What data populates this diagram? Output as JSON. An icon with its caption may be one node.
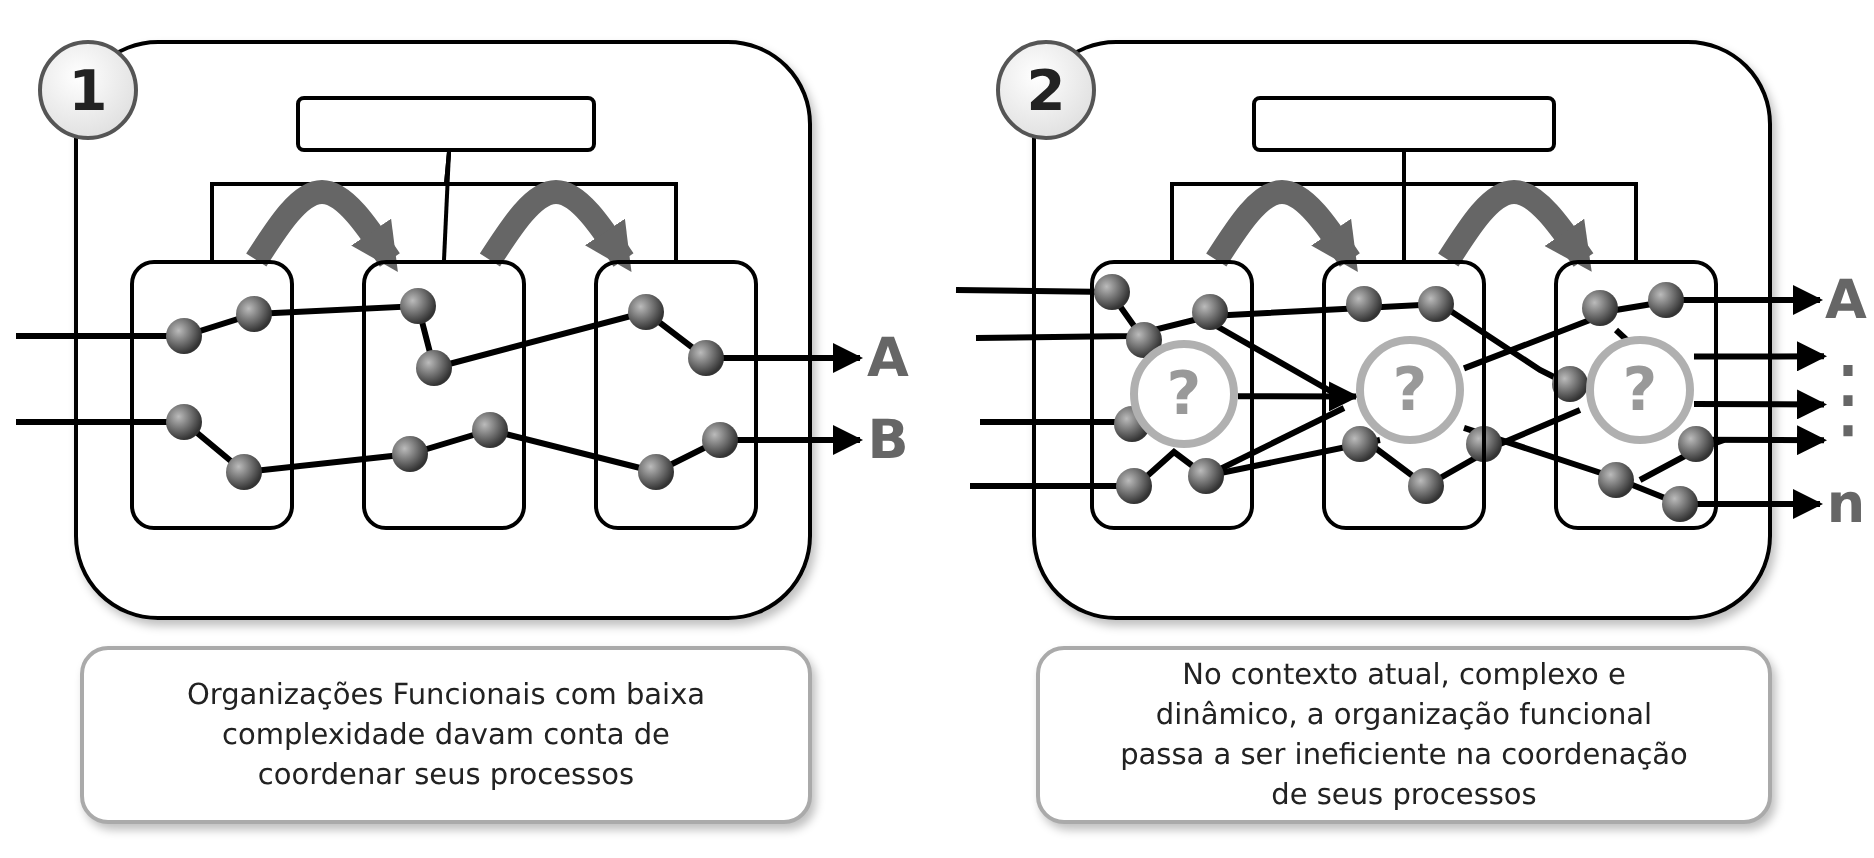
{
  "diagram": {
    "nodes": [
      {
        "text": [
          "1"
        ]
      },
      {
        "text": [],
        "shape": "box",
        "in": 0
      },
      {
        "text": [],
        "shape": "box",
        "in": 0
      },
      {
        "text": [],
        "shape": "box",
        "in": 0
      },
      {
        "text": [],
        "shape": "box",
        "in": 0
      },
      {
        "text": [
          "A"
        ]
      },
      {
        "text": [
          "B"
        ]
      },
      {
        "text": [
          "Organizações Funcionais com baixa complexidade davam conta de coordenar seus processos"
        ]
      },
      {
        "text": [
          "2"
        ]
      },
      {
        "text": [],
        "shape": "box",
        "in": 8
      },
      {
        "text": [],
        "shape": "box",
        "in": 8
      },
      {
        "text": [],
        "shape": "box",
        "in": 8
      },
      {
        "text": [],
        "shape": "box",
        "in": 8
      },
      {
        "text": [
          "?"
        ],
        "in": 10
      },
      {
        "text": [
          "?"
        ],
        "in": 11
      },
      {
        "text": [
          "?"
        ],
        "in": 12
      },
      {
        "text": [
          "A"
        ]
      },
      {
        "text": [
          "⋮"
        ]
      },
      {
        "text": [
          "n"
        ]
      },
      {
        "text": [
          "No contexto atual, complexo e dinâmico, a organização funcional passa a ser ineficiente na coordenação de seus processos"
        ]
      }
    ],
    "edges": [
      {
        "from": 1,
        "to": 2,
        "arrow": "none"
      },
      {
        "from": 1,
        "to": 3,
        "arrow": "none"
      },
      {
        "from": 1,
        "to": 4,
        "arrow": "none"
      },
      {
        "from": 2,
        "to": 3,
        "arrow": "to",
        "style": "thick",
        "color": "#666666"
      },
      {
        "from": 3,
        "to": 4,
        "arrow": "to",
        "style": "thick",
        "color": "#666666"
      },
      {
        "from": null,
        "to": 5,
        "arrow": "to"
      },
      {
        "from": null,
        "to": 6,
        "arrow": "to"
      },
      {
        "from": 9,
        "to": 10,
        "arrow": "none"
      },
      {
        "from": 9,
        "to": 11,
        "arrow": "none"
      },
      {
        "from": 9,
        "to": 12,
        "arrow": "none"
      },
      {
        "from": 10,
        "to": 11,
        "arrow": "to",
        "style": "thick",
        "color": "#666666"
      },
      {
        "from": 11,
        "to": 12,
        "arrow": "to",
        "style": "thick",
        "color": "#666666"
      },
      {
        "from": 14,
        "to": 16,
        "arrow": "to"
      },
      {
        "from": 15,
        "to": 17,
        "arrow": "to"
      },
      {
        "from": 15,
        "to": 17,
        "arrow": "to"
      },
      {
        "from": 15,
        "to": 17,
        "arrow": "to"
      },
      {
        "from": 14,
        "to": 18,
        "arrow": "to"
      },
      {
        "from": 13,
        "to": 14,
        "arrow": "to"
      }
    ]
  }
}
